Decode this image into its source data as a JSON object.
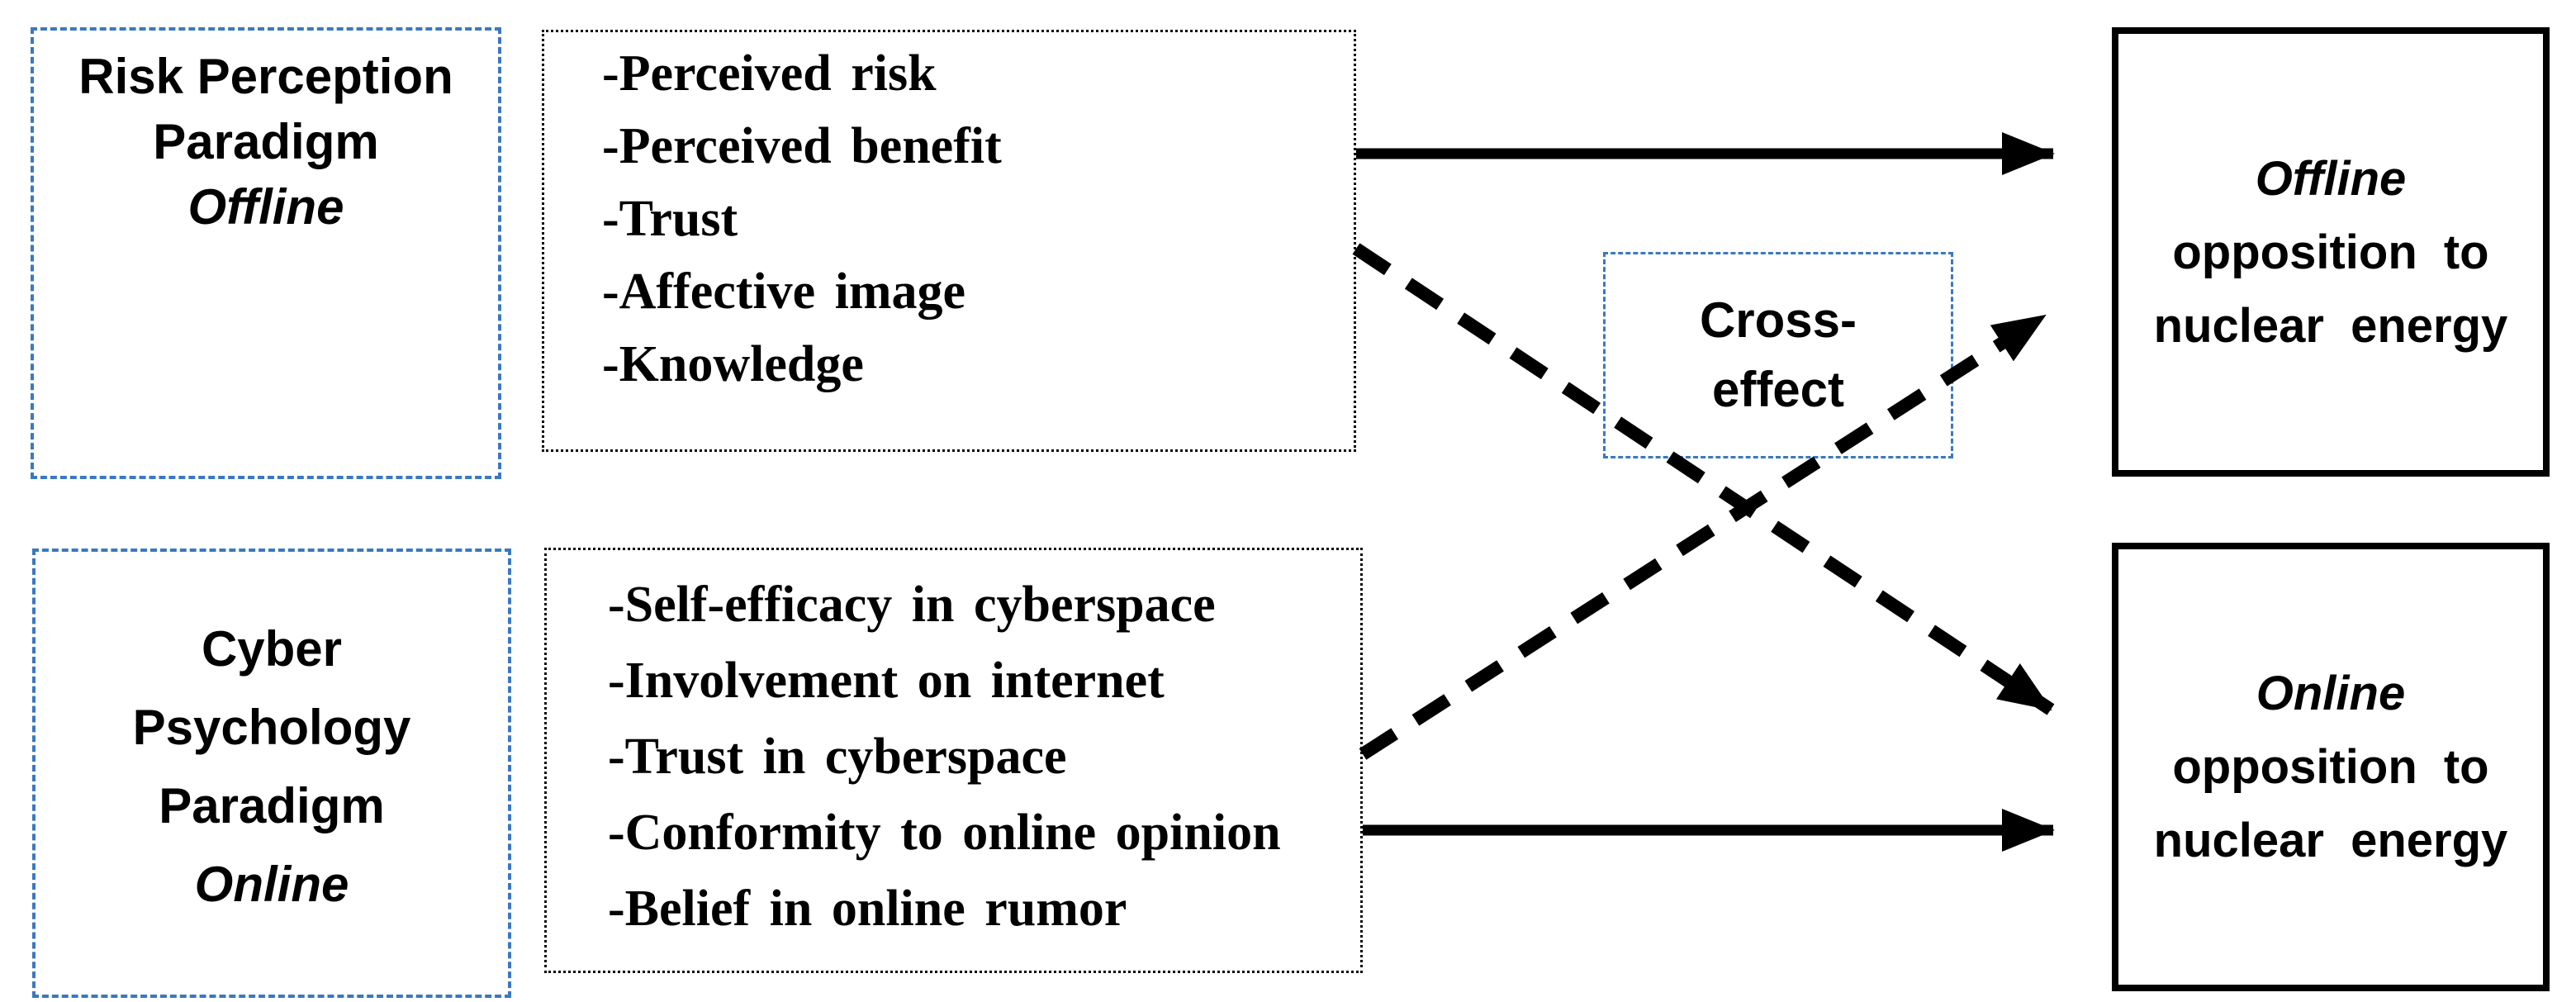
{
  "figure": {
    "type": "research-model-diagram",
    "background": "#ffffff"
  },
  "colors": {
    "accent_blue": "#3a78c2",
    "ink": "#000000"
  },
  "paradigm_boxes": {
    "risk": {
      "line1": "Risk Perception",
      "line2": "Paradigm",
      "mode_label": "Offline"
    },
    "cyber": {
      "line1": "Cyber",
      "line2": "Psychology",
      "line3": "Paradigm",
      "mode_label": "Online"
    }
  },
  "factor_boxes": {
    "offline": {
      "items": [
        "-Perceived risk",
        "-Perceived benefit",
        "-Trust",
        "-Affective image",
        "-Knowledge"
      ]
    },
    "online": {
      "items": [
        "-Self-efficacy in cyberspace",
        "-Involvement on internet",
        "-Trust in cyberspace",
        "-Conformity to online opinion",
        "-Belief in online rumor"
      ]
    }
  },
  "cross_effect": {
    "line1": "Cross-",
    "line2": "effect"
  },
  "outcome_boxes": {
    "offline": {
      "mode_label": "Offline",
      "line2": "opposition to",
      "line3": "nuclear energy"
    },
    "online": {
      "mode_label": "Online",
      "line2": "opposition to",
      "line3": "nuclear energy"
    }
  },
  "arrows": {
    "solid_offline": "direct effect: offline factors to offline opposition",
    "solid_online": "direct effect: online factors to online opposition",
    "dashed_offline_to_online": "cross effect: offline factors to online opposition",
    "dashed_online_to_offline": "cross effect: online factors to offline opposition"
  }
}
